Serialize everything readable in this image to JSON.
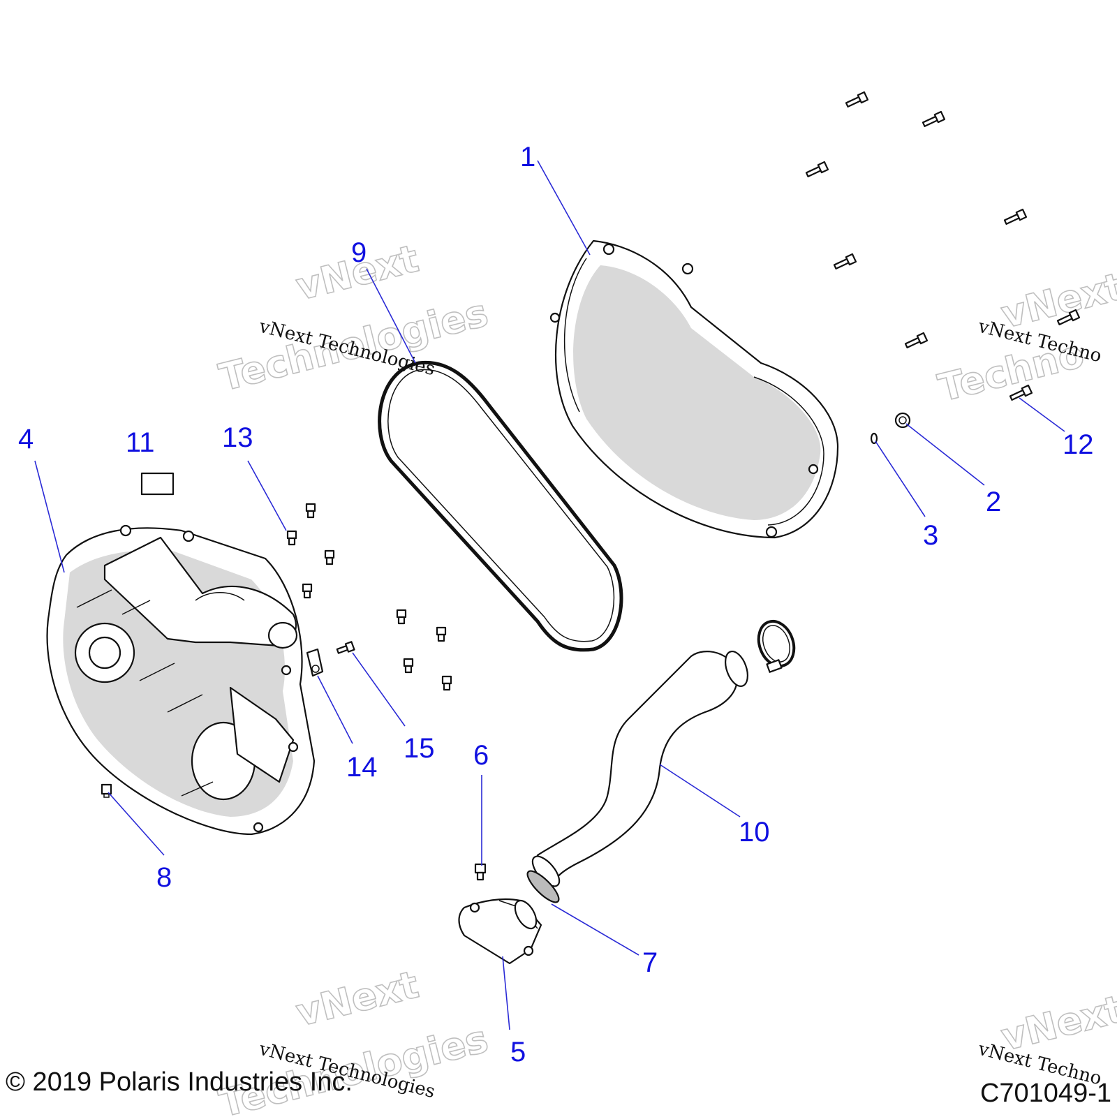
{
  "diagram": {
    "callouts": [
      "1",
      "2",
      "3",
      "4",
      "5",
      "6",
      "7",
      "8",
      "9",
      "10",
      "11",
      "12",
      "13",
      "14",
      "15"
    ],
    "watermark": {
      "line1": "vNext Technologies",
      "line2": "vNext",
      "line3": "Technologies",
      "line4": "vNext Techno",
      "line5": "Techno"
    },
    "copyright": "© 2019 Polaris Industries Inc.",
    "figure_id": "C701049-1"
  }
}
